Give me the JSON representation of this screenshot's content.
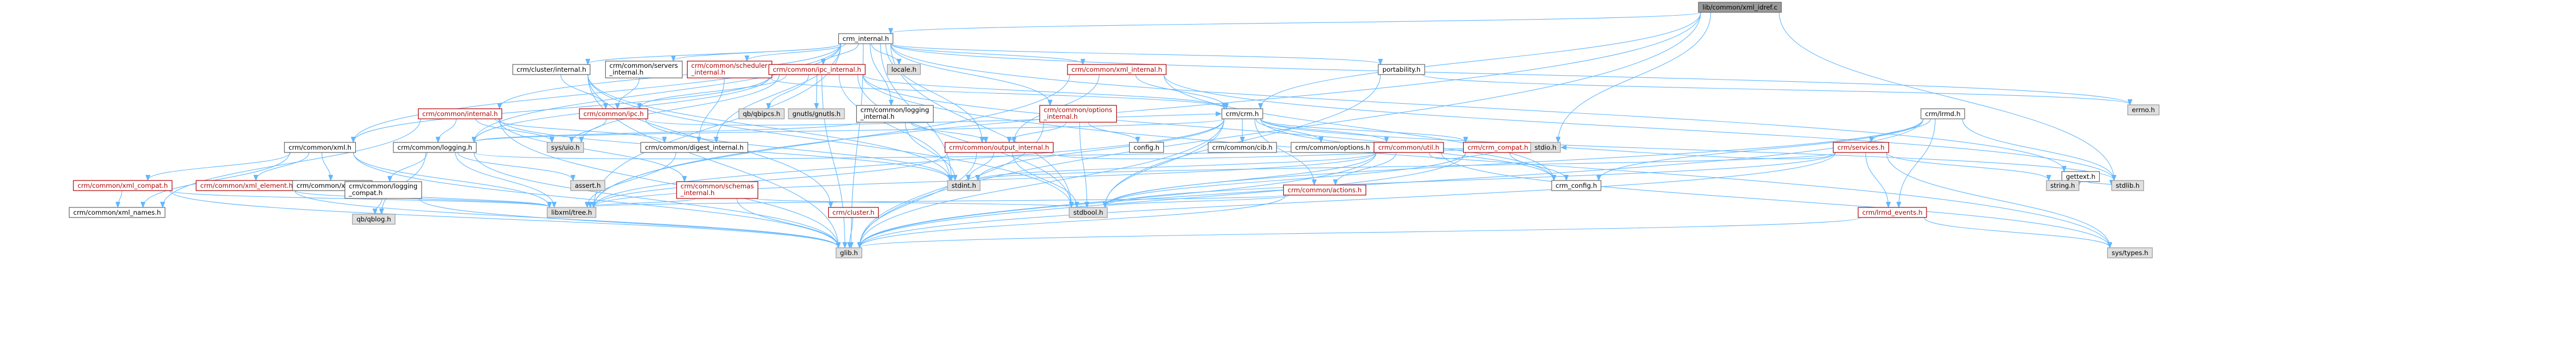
{
  "graph": {
    "root": "lib/common/xml_idref.c",
    "colors": {
      "root_fill": "#999999",
      "node_fill": "#ffffff",
      "node_border": "#666666",
      "system_fill": "#e0e0e0",
      "system_border": "#999999",
      "red_text": "#b40000",
      "edge": "#63b8ff"
    },
    "nodes": [
      {
        "id": "root",
        "label": [
          "lib/common/xml_idref.c"
        ],
        "kind": "root"
      },
      {
        "id": "crm_internal",
        "label": [
          "crm_internal.h"
        ],
        "kind": "normal"
      },
      {
        "id": "locale",
        "label": [
          "locale.h"
        ],
        "kind": "system"
      },
      {
        "id": "portability",
        "label": [
          "portability.h"
        ],
        "kind": "normal"
      },
      {
        "id": "errno",
        "label": [
          "errno.h"
        ],
        "kind": "system"
      },
      {
        "id": "cluster_internal",
        "label": [
          "crm/cluster/internal.h"
        ],
        "kind": "normal"
      },
      {
        "id": "servers_internal",
        "label": [
          "crm/common/servers",
          "_internal.h"
        ],
        "kind": "normal"
      },
      {
        "id": "scheduler_internal",
        "label": [
          "crm/common/scheduler",
          "_internal.h"
        ],
        "kind": "red"
      },
      {
        "id": "ipc_internal",
        "label": [
          "crm/common/ipc_internal.h"
        ],
        "kind": "red"
      },
      {
        "id": "xml_internal",
        "label": [
          "crm/common/xml_internal.h"
        ],
        "kind": "red"
      },
      {
        "id": "common_internal",
        "label": [
          "crm/common/internal.h"
        ],
        "kind": "red"
      },
      {
        "id": "common_xml",
        "label": [
          "crm/common/xml.h"
        ],
        "kind": "normal"
      },
      {
        "id": "common_ipc",
        "label": [
          "crm/common/ipc.h"
        ],
        "kind": "red"
      },
      {
        "id": "qbipcs",
        "label": [
          "qb/qbipcs.h"
        ],
        "kind": "system"
      },
      {
        "id": "gnutls",
        "label": [
          "gnutls/gnutls.h"
        ],
        "kind": "system"
      },
      {
        "id": "sysuio",
        "label": [
          "sys/uio.h"
        ],
        "kind": "system"
      },
      {
        "id": "logging_internal",
        "label": [
          "crm/common/logging",
          "_internal.h"
        ],
        "kind": "normal"
      },
      {
        "id": "options_internal",
        "label": [
          "crm/common/options",
          "_internal.h"
        ],
        "kind": "red"
      },
      {
        "id": "crm_h",
        "label": [
          "crm/crm.h"
        ],
        "kind": "normal"
      },
      {
        "id": "lrmd",
        "label": [
          "crm/lrmd.h"
        ],
        "kind": "normal"
      },
      {
        "id": "gettext",
        "label": [
          "gettext.h"
        ],
        "kind": "normal"
      },
      {
        "id": "common_logging",
        "label": [
          "crm/common/logging.h"
        ],
        "kind": "normal"
      },
      {
        "id": "digest_internal",
        "label": [
          "crm/common/digest_internal.h"
        ],
        "kind": "normal"
      },
      {
        "id": "output_internal",
        "label": [
          "crm/common/output_internal.h"
        ],
        "kind": "red"
      },
      {
        "id": "config",
        "label": [
          "config.h"
        ],
        "kind": "normal"
      },
      {
        "id": "cib",
        "label": [
          "crm/common/cib.h"
        ],
        "kind": "normal"
      },
      {
        "id": "options",
        "label": [
          "crm/common/options.h"
        ],
        "kind": "normal"
      },
      {
        "id": "util",
        "label": [
          "crm/common/util.h"
        ],
        "kind": "red"
      },
      {
        "id": "crm_compat",
        "label": [
          "crm/crm_compat.h"
        ],
        "kind": "red"
      },
      {
        "id": "services",
        "label": [
          "crm/services.h"
        ],
        "kind": "red"
      },
      {
        "id": "xml_compat",
        "label": [
          "crm/common/xml_compat.h"
        ],
        "kind": "red"
      },
      {
        "id": "xml_element",
        "label": [
          "crm/common/xml_element.h"
        ],
        "kind": "red"
      },
      {
        "id": "xml_io",
        "label": [
          "crm/common/xml_io.h"
        ],
        "kind": "normal"
      },
      {
        "id": "logging_compat",
        "label": [
          "crm/common/logging",
          "_compat.h"
        ],
        "kind": "normal"
      },
      {
        "id": "assert",
        "label": [
          "assert.h"
        ],
        "kind": "system"
      },
      {
        "id": "schemas_internal",
        "label": [
          "crm/common/schemas",
          "_internal.h"
        ],
        "kind": "red"
      },
      {
        "id": "cluster_h",
        "label": [
          "crm/cluster.h"
        ],
        "kind": "red"
      },
      {
        "id": "actions",
        "label": [
          "crm/common/actions.h"
        ],
        "kind": "red"
      },
      {
        "id": "crm_config",
        "label": [
          "crm_config.h"
        ],
        "kind": "normal"
      },
      {
        "id": "string",
        "label": [
          "string.h"
        ],
        "kind": "system"
      },
      {
        "id": "stdlib",
        "label": [
          "stdlib.h"
        ],
        "kind": "system"
      },
      {
        "id": "stdio",
        "label": [
          "stdio.h"
        ],
        "kind": "system"
      },
      {
        "id": "stdint",
        "label": [
          "stdint.h"
        ],
        "kind": "system"
      },
      {
        "id": "xml_names",
        "label": [
          "crm/common/xml_names.h"
        ],
        "kind": "normal"
      },
      {
        "id": "qblog",
        "label": [
          "qb/qblog.h"
        ],
        "kind": "system"
      },
      {
        "id": "libxmltree",
        "label": [
          "libxml/tree.h"
        ],
        "kind": "system"
      },
      {
        "id": "stdbool",
        "label": [
          "stdbool.h"
        ],
        "kind": "system"
      },
      {
        "id": "lrmd_events",
        "label": [
          "crm/lrmd_events.h"
        ],
        "kind": "red"
      },
      {
        "id": "glib",
        "label": [
          "glib.h"
        ],
        "kind": "system"
      },
      {
        "id": "systypes",
        "label": [
          "sys/types.h"
        ],
        "kind": "system"
      }
    ],
    "edges": [
      [
        "root",
        "crm_internal"
      ],
      [
        "root",
        "crm_h"
      ],
      [
        "root",
        "stdio"
      ],
      [
        "root",
        "stdlib"
      ],
      [
        "root",
        "glib"
      ],
      [
        "root",
        "libxmltree"
      ],
      [
        "crm_internal",
        "locale"
      ],
      [
        "crm_internal",
        "portability"
      ],
      [
        "crm_internal",
        "errno"
      ],
      [
        "crm_internal",
        "cluster_internal"
      ],
      [
        "crm_internal",
        "servers_internal"
      ],
      [
        "crm_internal",
        "scheduler_internal"
      ],
      [
        "crm_internal",
        "ipc_internal"
      ],
      [
        "crm_internal",
        "xml_internal"
      ],
      [
        "crm_internal",
        "common_internal"
      ],
      [
        "crm_internal",
        "common_xml"
      ],
      [
        "crm_internal",
        "logging_internal"
      ],
      [
        "crm_internal",
        "options_internal"
      ],
      [
        "crm_internal",
        "output_internal"
      ],
      [
        "crm_internal",
        "gettext"
      ],
      [
        "crm_internal",
        "glib"
      ],
      [
        "crm_internal",
        "libxmltree"
      ],
      [
        "crm_internal",
        "stdbool"
      ],
      [
        "crm_internal",
        "stdint"
      ],
      [
        "crm_internal",
        "digest_internal"
      ],
      [
        "crm_internal",
        "common_logging"
      ],
      [
        "portability",
        "stdbool"
      ],
      [
        "portability",
        "errno"
      ],
      [
        "cluster_internal",
        "common_ipc"
      ],
      [
        "cluster_internal",
        "cluster_h"
      ],
      [
        "cluster_internal",
        "stdint"
      ],
      [
        "cluster_internal",
        "glib"
      ],
      [
        "cluster_internal",
        "stdbool"
      ],
      [
        "servers_internal",
        "common_ipc"
      ],
      [
        "scheduler_internal",
        "digest_internal"
      ],
      [
        "scheduler_internal",
        "crm_h"
      ],
      [
        "ipc_internal",
        "qbipcs"
      ],
      [
        "ipc_internal",
        "gnutls"
      ],
      [
        "ipc_internal",
        "sysuio"
      ],
      [
        "ipc_internal",
        "common_ipc"
      ],
      [
        "ipc_internal",
        "crm_h"
      ],
      [
        "ipc_internal",
        "crm_config"
      ],
      [
        "ipc_internal",
        "common_xml"
      ],
      [
        "ipc_internal",
        "stdint"
      ],
      [
        "ipc_internal",
        "glib"
      ],
      [
        "ipc_internal",
        "stdbool"
      ],
      [
        "ipc_internal",
        "common_logging"
      ],
      [
        "ipc_internal",
        "systypes"
      ],
      [
        "xml_internal",
        "crm_h"
      ],
      [
        "xml_internal",
        "output_internal"
      ],
      [
        "xml_internal",
        "crm_config"
      ],
      [
        "xml_internal",
        "stdlib"
      ],
      [
        "xml_internal",
        "libxmltree"
      ],
      [
        "common_internal",
        "sysuio"
      ],
      [
        "common_internal",
        "common_logging"
      ],
      [
        "common_internal",
        "digest_internal"
      ],
      [
        "common_internal",
        "schemas_internal"
      ],
      [
        "common_internal",
        "xml_names"
      ],
      [
        "common_internal",
        "stdint"
      ],
      [
        "common_internal",
        "glib"
      ],
      [
        "common_xml",
        "xml_compat"
      ],
      [
        "common_xml",
        "xml_element"
      ],
      [
        "common_xml",
        "xml_io"
      ],
      [
        "common_xml",
        "xml_names"
      ],
      [
        "common_xml",
        "libxmltree"
      ],
      [
        "common_xml",
        "glib"
      ],
      [
        "common_ipc",
        "sysuio"
      ],
      [
        "common_ipc",
        "crm_h"
      ],
      [
        "common_ipc",
        "stdint"
      ],
      [
        "logging_internal",
        "output_internal"
      ],
      [
        "logging_internal",
        "stdint"
      ],
      [
        "logging_internal",
        "common_logging"
      ],
      [
        "options_internal",
        "config"
      ],
      [
        "options_internal",
        "output_internal"
      ],
      [
        "options_internal",
        "glib"
      ],
      [
        "options_internal",
        "stdbool"
      ],
      [
        "crm_h",
        "crm_config"
      ],
      [
        "crm_h",
        "stdlib"
      ],
      [
        "crm_h",
        "stdbool"
      ],
      [
        "crm_h",
        "stdint"
      ],
      [
        "crm_h",
        "glib"
      ],
      [
        "crm_h",
        "libxmltree"
      ],
      [
        "crm_h",
        "cib"
      ],
      [
        "crm_h",
        "options"
      ],
      [
        "crm_h",
        "util"
      ],
      [
        "crm_h",
        "actions"
      ],
      [
        "crm_h",
        "crm_compat"
      ],
      [
        "crm_h",
        "common_logging"
      ],
      [
        "lrmd",
        "stdbool"
      ],
      [
        "lrmd",
        "glib"
      ],
      [
        "lrmd",
        "crm_config"
      ],
      [
        "lrmd",
        "services"
      ],
      [
        "lrmd",
        "lrmd_events"
      ],
      [
        "lrmd",
        "stdlib"
      ],
      [
        "gettext",
        "string"
      ],
      [
        "gettext",
        "stdlib"
      ],
      [
        "common_logging",
        "stdio"
      ],
      [
        "common_logging",
        "glib"
      ],
      [
        "common_logging",
        "qblog"
      ],
      [
        "common_logging",
        "assert"
      ],
      [
        "common_logging",
        "logging_compat"
      ],
      [
        "common_logging",
        "libxmltree"
      ],
      [
        "digest_internal",
        "libxmltree"
      ],
      [
        "output_internal",
        "stdio"
      ],
      [
        "output_internal",
        "libxmltree"
      ],
      [
        "output_internal",
        "glib"
      ],
      [
        "output_internal",
        "stdbool"
      ],
      [
        "output_internal",
        "stdint"
      ],
      [
        "util",
        "stdint"
      ],
      [
        "util",
        "stdio"
      ],
      [
        "util",
        "systypes"
      ],
      [
        "util",
        "glib"
      ],
      [
        "util",
        "stdbool"
      ],
      [
        "util",
        "actions"
      ],
      [
        "util",
        "libxmltree"
      ],
      [
        "crm_compat",
        "glib"
      ],
      [
        "crm_compat",
        "stdbool"
      ],
      [
        "crm_compat",
        "crm_config"
      ],
      [
        "services",
        "glib"
      ],
      [
        "services",
        "stdio"
      ],
      [
        "services",
        "string"
      ],
      [
        "services",
        "stdbool"
      ],
      [
        "services",
        "systypes"
      ],
      [
        "services",
        "lrmd_events"
      ],
      [
        "services",
        "stdint"
      ],
      [
        "xml_compat",
        "glib"
      ],
      [
        "xml_compat",
        "libxmltree"
      ],
      [
        "xml_compat",
        "xml_names"
      ],
      [
        "xml_element",
        "libxmltree"
      ],
      [
        "xml_element",
        "glib"
      ],
      [
        "xml_io",
        "libxmltree"
      ],
      [
        "logging_compat",
        "qblog"
      ],
      [
        "logging_compat",
        "glib"
      ],
      [
        "schemas_internal",
        "glib"
      ],
      [
        "schemas_internal",
        "libxmltree"
      ],
      [
        "schemas_internal",
        "stdbool"
      ],
      [
        "cluster_h",
        "glib"
      ],
      [
        "actions",
        "stdbool"
      ],
      [
        "actions",
        "glib"
      ],
      [
        "actions",
        "libxmltree"
      ],
      [
        "lrmd_events",
        "glib"
      ],
      [
        "lrmd_events",
        "systypes"
      ]
    ]
  }
}
